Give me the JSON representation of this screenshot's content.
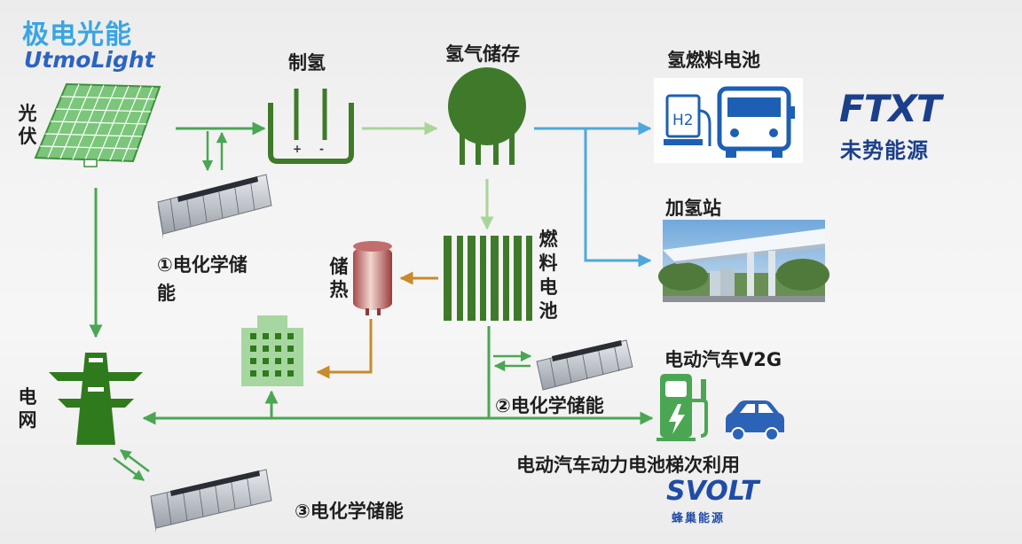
{
  "logos": {
    "utmo_cn": "极电光能",
    "utmo_en": "UtmoLight",
    "ftxt_en": "FTXT",
    "ftxt_cn": "未势能源",
    "svolt_en": "SVOLT",
    "svolt_cn": "蜂巢能源"
  },
  "labels": {
    "pv": "光伏",
    "electrolysis": "制氢",
    "h2_storage": "氢气储存",
    "fuel_cell_vehicle": "氢燃料电池",
    "h2_station": "加氢站",
    "storage1": "①电化学储能",
    "heat_storage": "储热",
    "fuel_cell": "燃料电池",
    "grid": "电网",
    "storage2": "②电化学储能",
    "ev_v2g": "电动汽车V2G",
    "battery_reuse": "电动汽车动力电池梯次利用",
    "storage3": "③电化学储能",
    "h2_icon": "H2",
    "electrode_plus": "+",
    "electrode_minus": "-"
  },
  "colors": {
    "green_arrow": "#4aa653",
    "light_green_arrow": "#a9d59a",
    "blue_arrow": "#4ea8dd",
    "heat_arrow": "#c98a2a",
    "dark_green": "#3f7a2a",
    "tower_green": "#2f7a1c"
  }
}
